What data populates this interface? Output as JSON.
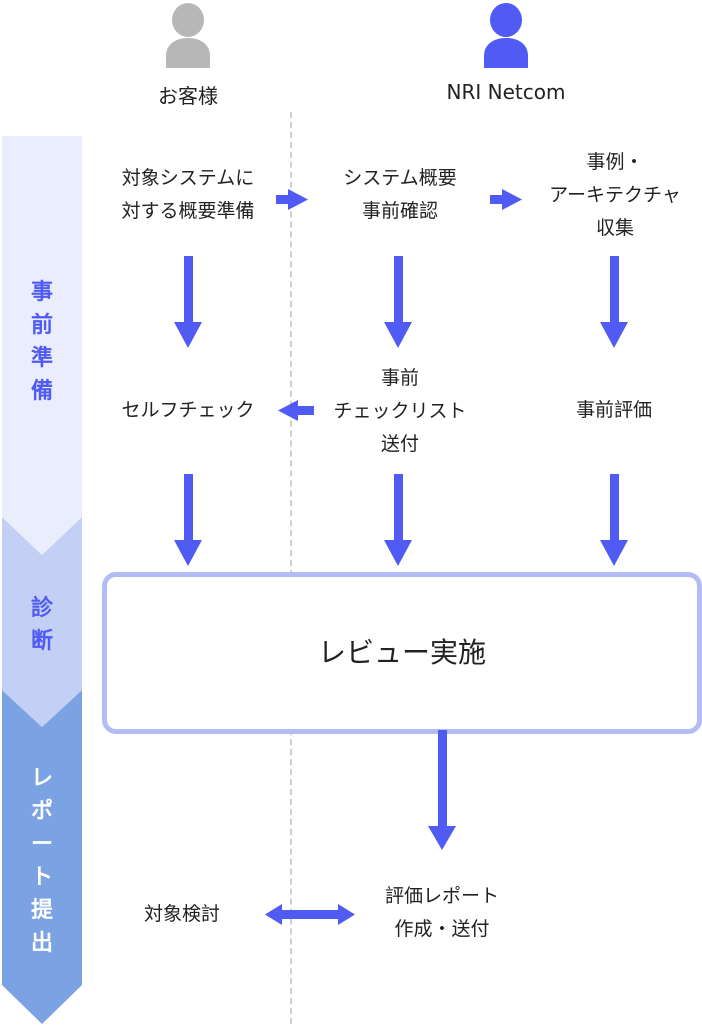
{
  "colors": {
    "accent": "#4f5bf2",
    "customer_icon": "#b7b7b7",
    "phase1_bg": "#eaedfc",
    "phase2_bg": "#c3cff4",
    "phase3_bg": "#7ba2e2",
    "phase1_text": "#4f5bf2",
    "phase2_text": "#4f5bf2",
    "phase3_text": "#ffffff",
    "review_border": "#b3bcf5",
    "lane_divider": "#cfcfcf"
  },
  "actors": [
    {
      "label": "お客様",
      "icon": "person-icon"
    },
    {
      "label": "NRI Netcom",
      "icon": "person-icon"
    }
  ],
  "phases": [
    {
      "label": [
        "事",
        "前",
        "準",
        "備"
      ]
    },
    {
      "label": [
        "診",
        "断"
      ]
    },
    {
      "label": [
        "レ",
        "ポ",
        "ー",
        "ト",
        "提",
        "出"
      ]
    }
  ],
  "nodes": {
    "overview_prep": [
      "対象システムに",
      "対する概要準備"
    ],
    "system_check": [
      "システム概要",
      "事前確認"
    ],
    "case_collect": [
      "事例・",
      "アーキテクチャ",
      "収集"
    ],
    "self_check": [
      "セルフチェック"
    ],
    "checklist_send": [
      "事前",
      "チェックリスト",
      "送付"
    ],
    "pre_eval": [
      "事前評価"
    ],
    "review": "レビュー実施",
    "target_review": [
      "対象検討"
    ],
    "report_send": [
      "評価レポート",
      "作成・送付"
    ]
  }
}
